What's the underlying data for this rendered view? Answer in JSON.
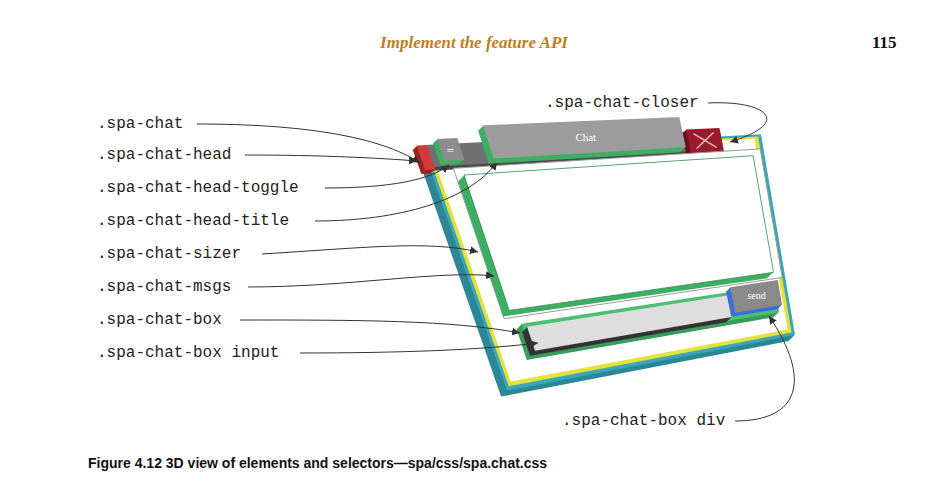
{
  "diagram": {
    "caption": "Figure 4.12 3D view of elements and selectors—spa/css/spa.chat.css",
    "nodes": [
      {
        "text": [
          "="
        ]
      },
      {
        "text": [
          "Chat"
        ]
      },
      {
        "text": [
          "send"
        ]
      }
    ],
    "labels": [
      "Implement the feature API",
      "115",
      ".spa-chat-closer",
      ".spa-chat",
      ".spa-chat-head",
      ".spa-chat-head-toggle",
      ".spa-chat-head-title",
      ".spa-chat-sizer",
      ".spa-chat-msgs",
      ".spa-chat-box",
      ".spa-chat-box input",
      ".spa-chat-box div"
    ]
  }
}
